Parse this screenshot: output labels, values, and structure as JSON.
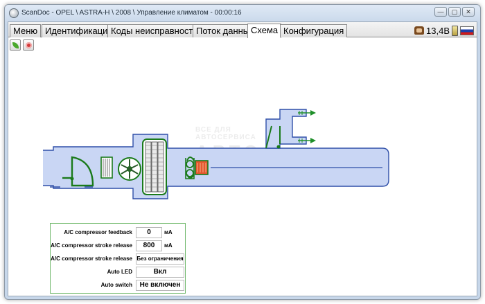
{
  "window": {
    "title": "ScanDoc - OPEL \\ ASTRA-H \\ 2008 \\ Управление климатом - 00:00:16",
    "buttons": {
      "minimize": "—",
      "maximize": "▢",
      "close": "✕"
    }
  },
  "tabs": [
    {
      "label": "Меню",
      "active": false
    },
    {
      "label": "Идентификация",
      "active": false
    },
    {
      "label": "Коды неисправностей",
      "active": false
    },
    {
      "label": "Поток данных",
      "active": false
    },
    {
      "label": "Схема",
      "active": true
    },
    {
      "label": "Конфигурация",
      "active": false
    }
  ],
  "status": {
    "voltage": "13,4В"
  },
  "watermark": {
    "line1": "ВСЕ ДЛЯ АВТОСЕРВИСА",
    "line2": "АВТО"
  },
  "params": [
    {
      "label": "A/C compressor feedback",
      "value": "0",
      "unit": "мА"
    },
    {
      "label": "A/C compressor stroke release",
      "value": "800",
      "unit": "мА"
    },
    {
      "label": "A/C compressor stroke release",
      "value": "Без ограничения",
      "unit": ""
    },
    {
      "label": "Auto LED",
      "value": "Вкл",
      "unit": ""
    },
    {
      "label": "Auto switch",
      "value": "Не включен",
      "unit": ""
    }
  ],
  "colors": {
    "duct_fill": "#c9d6f4",
    "duct_stroke": "#2f4fa8",
    "flap": "#1a7a1a",
    "heater": "#e4572e",
    "outlet_arrow": "#1f8f2a"
  },
  "icons": {
    "toolbar": [
      "leaf-icon",
      "record-icon"
    ],
    "status": [
      "phone-icon",
      "battery-icon",
      "flag-icon"
    ]
  }
}
